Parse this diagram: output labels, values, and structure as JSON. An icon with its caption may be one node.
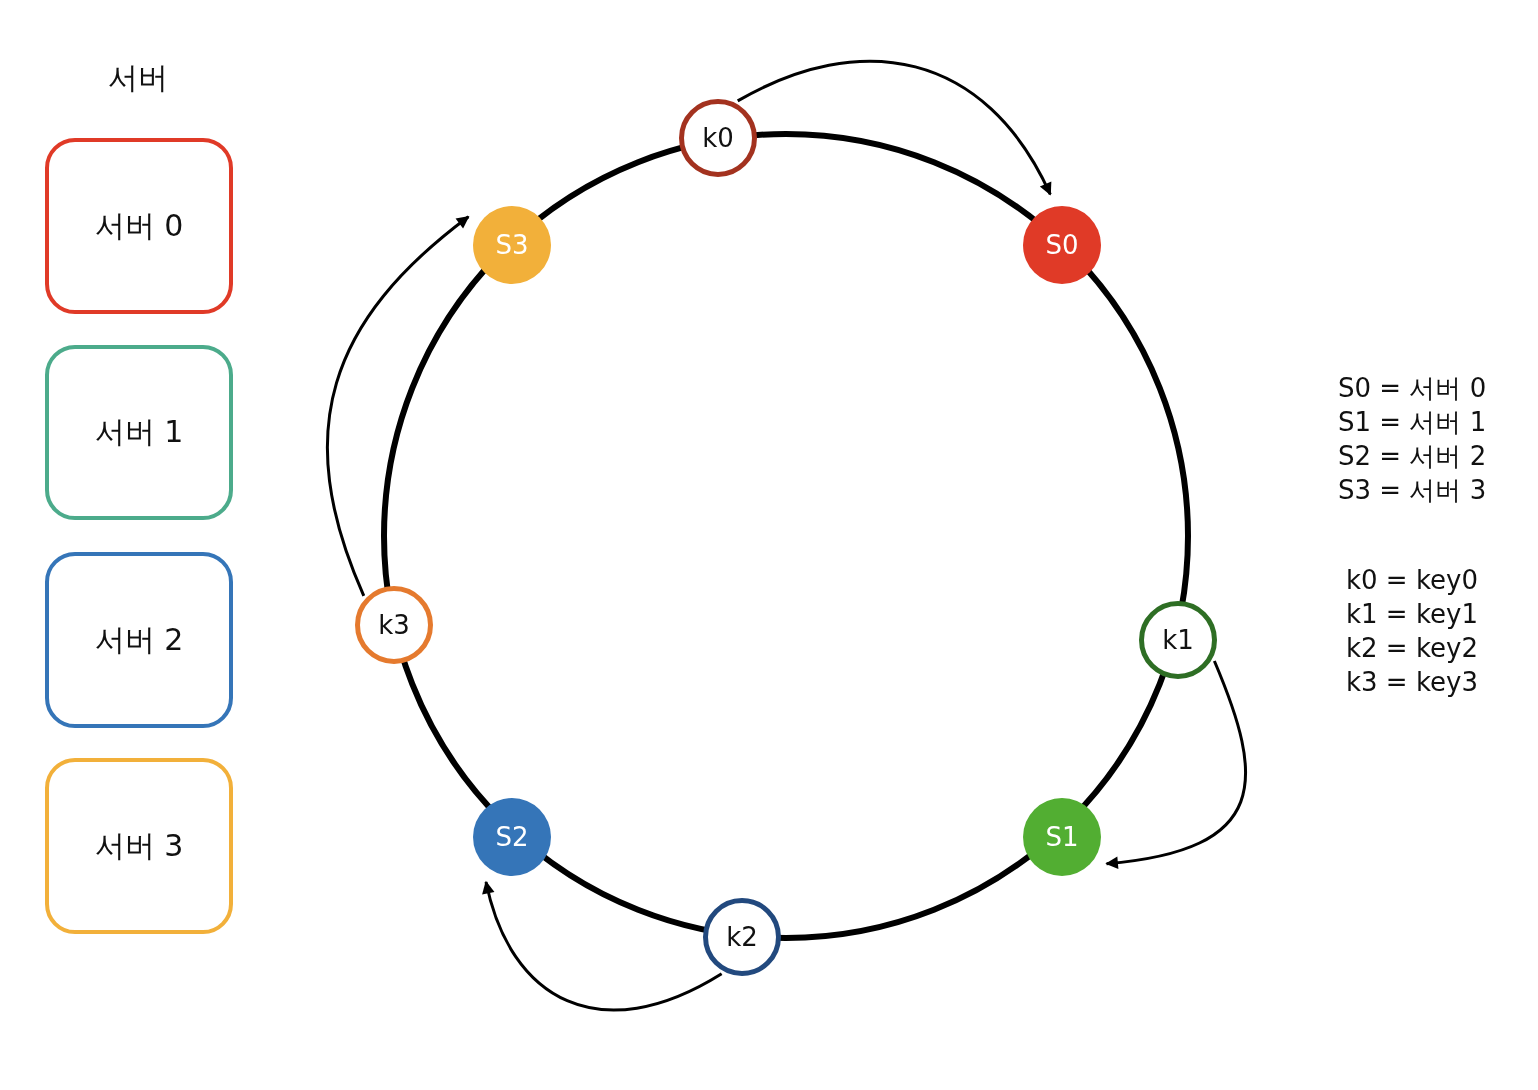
{
  "diagram": {
    "nodes": [
      {
        "text": [
          "서버 0"
        ]
      },
      {
        "text": [
          "서버 1"
        ]
      },
      {
        "text": [
          "서버 2"
        ]
      },
      {
        "text": [
          "서버 3"
        ]
      },
      {
        "text": [
          "k0"
        ]
      },
      {
        "text": [
          "S3"
        ]
      },
      {
        "text": [
          "S0"
        ]
      },
      {
        "text": [
          "k3"
        ]
      },
      {
        "text": [
          "k1"
        ]
      },
      {
        "text": [
          "S2"
        ]
      },
      {
        "text": [
          "S1"
        ]
      },
      {
        "text": [
          "k2"
        ]
      }
    ],
    "edges": [
      {
        "from": 4,
        "to": 6,
        "arrow": "to"
      },
      {
        "from": 8,
        "to": 10,
        "arrow": "to"
      },
      {
        "from": 11,
        "to": 9,
        "arrow": "to"
      },
      {
        "from": 7,
        "to": 5,
        "arrow": "to"
      }
    ],
    "labels": [
      "서버",
      "S0 = 서버 0",
      "S1 = 서버 1",
      "S2 = 서버 2",
      "S3 = 서버 3",
      "k0 = key0",
      "k1 = key1",
      "k2 = key2",
      "k3 = key3"
    ]
  }
}
